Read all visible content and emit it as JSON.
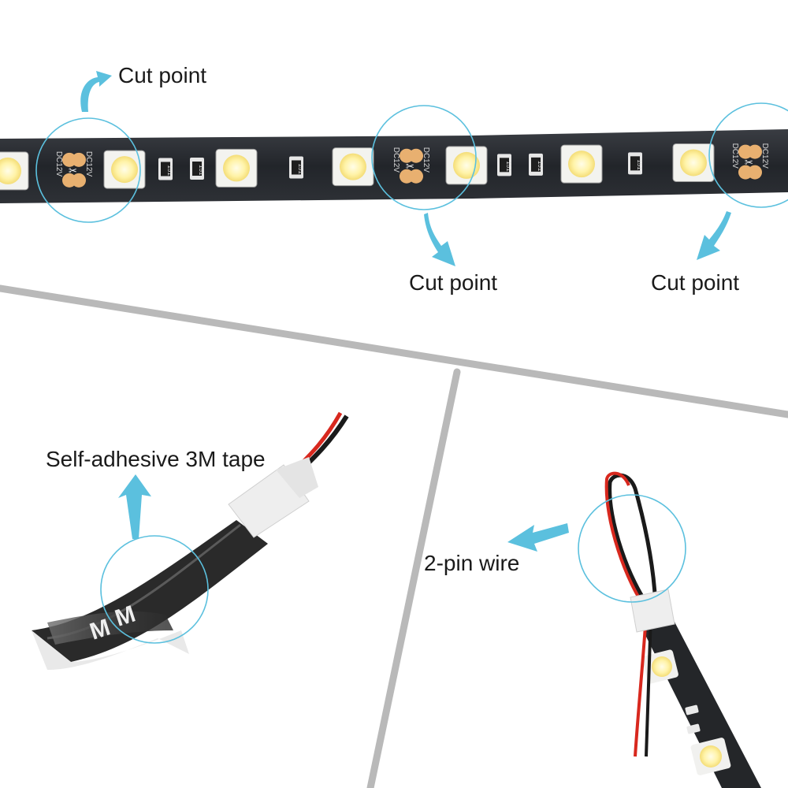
{
  "labels": {
    "cut_point_1": "Cut point",
    "cut_point_2": "Cut point",
    "cut_point_3": "Cut point",
    "tape": "Self-adhesive 3M tape",
    "wire": "2-pin wire"
  },
  "strip_print": {
    "voltage": "DC12V",
    "resistor": "151"
  },
  "liner_print": "M",
  "colors": {
    "strip_pcb": "#24262a",
    "led_glow": "#fff7c2",
    "solder_pad": "#e8b070",
    "callout": "#5bc0de",
    "divider": "#b9b9b9",
    "wire_red": "#d8281e",
    "wire_black": "#1a1a1a"
  },
  "icons": [
    "arrow-icon",
    "scissors-icon",
    "highlight-circle"
  ]
}
